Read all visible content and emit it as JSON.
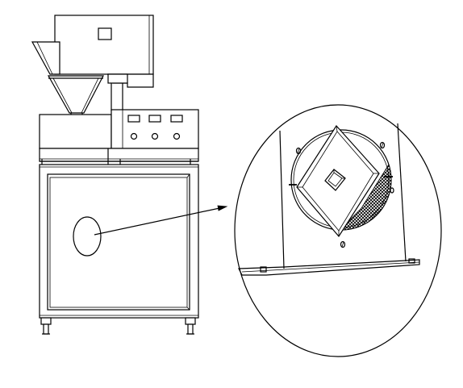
{
  "drawing": {
    "subject": "",
    "panel_indicators": 3,
    "panel_knobs": 3,
    "detail_bolts": 4
  }
}
